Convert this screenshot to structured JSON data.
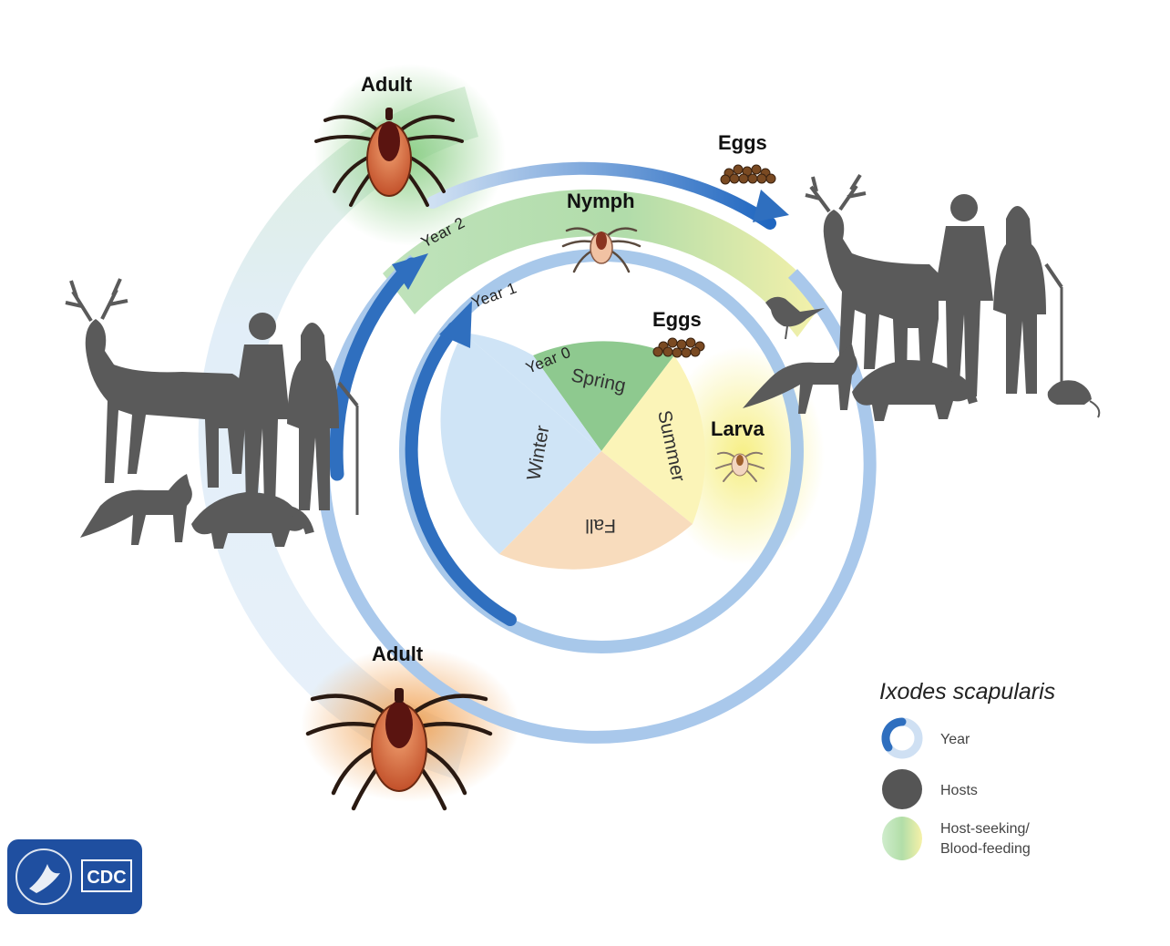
{
  "diagram": {
    "stages": {
      "adult_top": "Adult",
      "eggs_top": "Eggs",
      "nymph": "Nymph",
      "eggs_inner": "Eggs",
      "larva": "Larva",
      "adult_bottom": "Adult"
    },
    "years": {
      "year0": "Year 0",
      "year1": "Year 1",
      "year2": "Year 2"
    },
    "seasons": {
      "spring": "Spring",
      "summer": "Summer",
      "fall": "Fall",
      "winter": "Winter"
    },
    "colors": {
      "year_arrow": "#2f6fbf",
      "hosts": "#5a5a5a",
      "spring": "#8ec98f",
      "summer": "#fbf4b8",
      "fall": "#f8dcbd",
      "winter": "#cfe4f6",
      "host_seeking_green": "#9ed49a",
      "host_seeking_yellow": "#f7ef8a",
      "adult_orange": "#f2a45a"
    }
  },
  "legend": {
    "title": "Ixodes scapularis",
    "items": [
      {
        "label": "Year"
      },
      {
        "label": "Hosts"
      },
      {
        "label": "Host-seeking/",
        "label2": "Blood-feeding"
      }
    ]
  },
  "logo": {
    "text": "CDC"
  }
}
